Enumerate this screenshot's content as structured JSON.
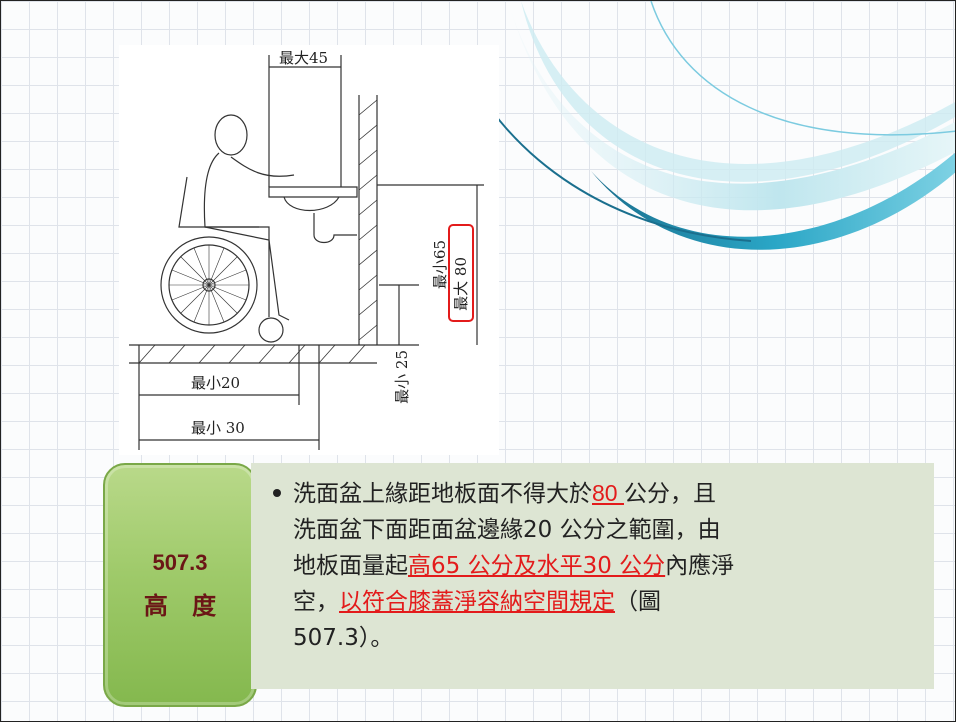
{
  "figure": {
    "labels": {
      "max45": "最大45",
      "max80": "最大 80",
      "min65": "最小65",
      "min25": "最小 25",
      "min20": "最小20",
      "min30": "最小 30"
    }
  },
  "section": {
    "code": "507.3",
    "title": "高 度"
  },
  "body": {
    "line1_a": "洗面盆上緣距地板面不得大於",
    "line1_red": "80 ",
    "line1_b": "公分，且",
    "line2": "洗面盆下面距面盆邊緣20 公分之範圍，由",
    "line3_a": "地板面量起",
    "line3_red": "高65 公分及水平30 公分",
    "line3_b": "內應淨",
    "line4_a": "空，",
    "line4_red": "以符合膝蓋淨容納空間規定",
    "line4_b": "（圖",
    "line5": "507.3）。"
  },
  "colors": {
    "badge_green": "#9fca6a",
    "badge_text": "#6b1616",
    "textbox_bg": "#dde5d3",
    "highlight_red": "#e31b1b",
    "swoosh_teal": "#1f8fb0"
  }
}
